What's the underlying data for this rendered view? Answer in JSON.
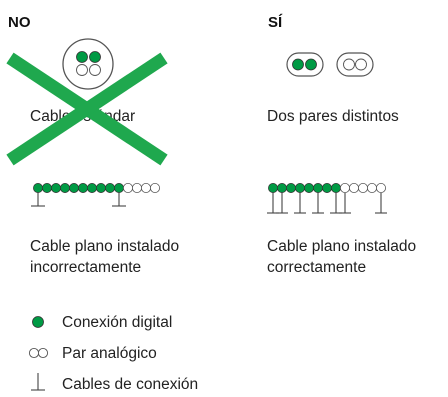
{
  "headers": {
    "no": "NO",
    "yes": "SÍ"
  },
  "captions": {
    "standard_cable": "Cable estándar",
    "two_pairs": "Dos pares distintos",
    "flat_incorrect_line1": "Cable plano instalado",
    "flat_incorrect_line2": "incorrectamente",
    "flat_correct_line1": "Cable plano instalado",
    "flat_correct_line2": "correctamente"
  },
  "legend": {
    "digital": "Conexión digital",
    "analog_pair": "Par analógico",
    "ground": "Cables de conexión"
  },
  "colors": {
    "green": "#009a44",
    "cross": "#1fa84e",
    "outline": "#555555",
    "text": "#222222"
  },
  "icons": [
    "cross-icon",
    "digital-dot-icon",
    "analog-pair-icon",
    "ground-icon"
  ]
}
